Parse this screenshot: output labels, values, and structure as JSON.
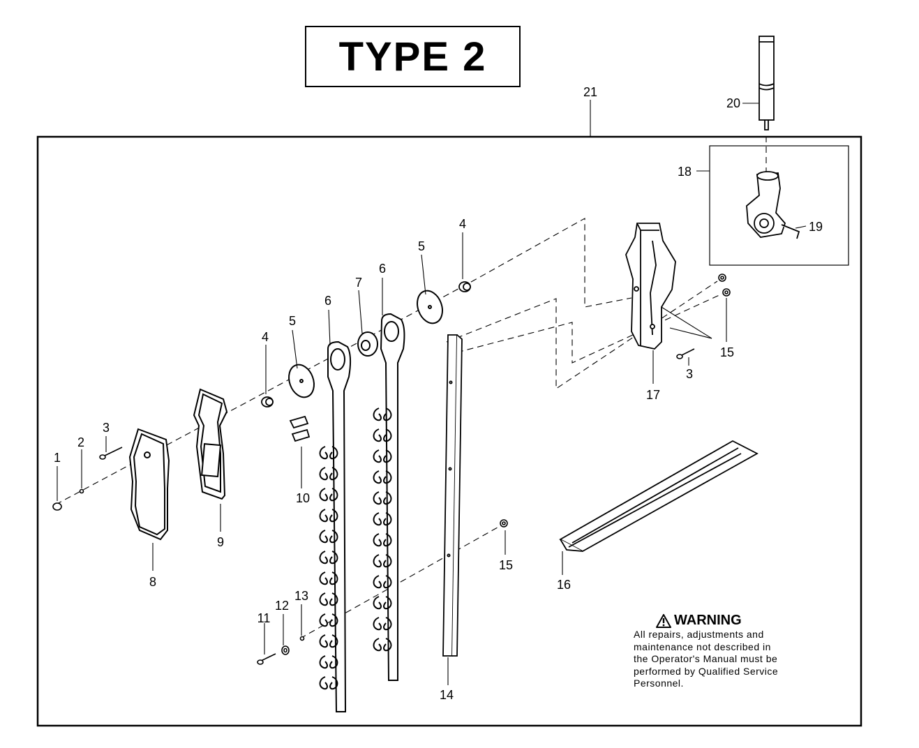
{
  "title": "TYPE 2",
  "callouts": [
    {
      "id": "c1",
      "label": "1"
    },
    {
      "id": "c2",
      "label": "2"
    },
    {
      "id": "c3a",
      "label": "3"
    },
    {
      "id": "c3b",
      "label": "3"
    },
    {
      "id": "c4a",
      "label": "4"
    },
    {
      "id": "c4b",
      "label": "4"
    },
    {
      "id": "c5a",
      "label": "5"
    },
    {
      "id": "c5b",
      "label": "5"
    },
    {
      "id": "c6a",
      "label": "6"
    },
    {
      "id": "c6b",
      "label": "6"
    },
    {
      "id": "c7",
      "label": "7"
    },
    {
      "id": "c8",
      "label": "8"
    },
    {
      "id": "c9",
      "label": "9"
    },
    {
      "id": "c10",
      "label": "10"
    },
    {
      "id": "c11",
      "label": "11"
    },
    {
      "id": "c12",
      "label": "12"
    },
    {
      "id": "c13",
      "label": "13"
    },
    {
      "id": "c14",
      "label": "14"
    },
    {
      "id": "c15a",
      "label": "15"
    },
    {
      "id": "c15b",
      "label": "15"
    },
    {
      "id": "c16",
      "label": "16"
    },
    {
      "id": "c17",
      "label": "17"
    },
    {
      "id": "c18",
      "label": "18"
    },
    {
      "id": "c19",
      "label": "19"
    },
    {
      "id": "c20",
      "label": "20"
    },
    {
      "id": "c21",
      "label": "21"
    }
  ],
  "warning": {
    "heading": "WARNING",
    "icon": "warning-triangle-icon",
    "lines": [
      "All repairs, adjustments and",
      "maintenance not described in",
      "the Operator's Manual must be",
      "performed by Qualified Service",
      "Personnel."
    ]
  }
}
